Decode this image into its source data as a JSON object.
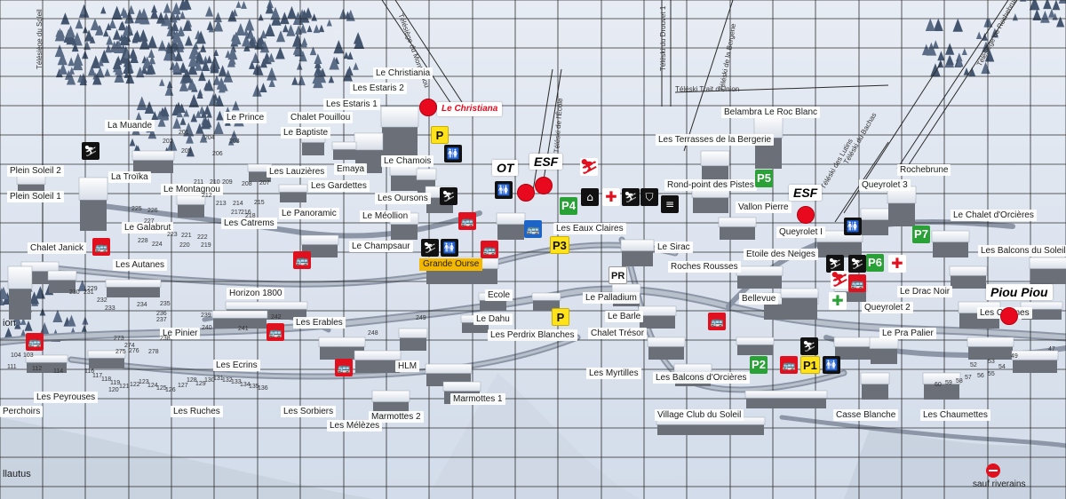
{
  "map": {
    "grid_lines": true,
    "colors": {
      "snow": "#e4eaf3",
      "road": "#8c96a6",
      "building_roof": "#ffffff",
      "building_wall": "#6b6f78",
      "forest": "#4a5d78",
      "gridline": "#1a1a1a",
      "poi_red": "#e8091e",
      "parking_yellow": "#ffe21a",
      "parking_green": "#2aa136",
      "bus_blue": "#1c64c8",
      "grande_ourse": "#f5b800"
    },
    "lift_labels": [
      {
        "id": "lift-soleil",
        "text": "Télésiège du Soleil"
      },
      {
        "id": "lift-montagnou",
        "text": "Télésiège du Montagnou"
      },
      {
        "id": "lift-drouvet",
        "text": "Téléski du Drouvet 1"
      },
      {
        "id": "lift-bergerie",
        "text": "Téléski de la Bergerie"
      },
      {
        "id": "lift-rochebrune",
        "text": "Télésiège de Rochebrune"
      },
      {
        "id": "lift-trait-union",
        "text": "Téléski Trait d'Union"
      },
      {
        "id": "lift-ecole",
        "text": "Téléski de l'École"
      },
      {
        "id": "lift-lutins",
        "text": "Téléski des Lutins"
      },
      {
        "id": "lift-bachas",
        "text": "Téléski du Bachas"
      }
    ],
    "place_labels": [
      {
        "id": "le-christiania-bld",
        "text": "Le Christiania"
      },
      {
        "id": "les-estaris-2",
        "text": "Les Estaris 2"
      },
      {
        "id": "les-estaris-1",
        "text": "Les Estaris 1"
      },
      {
        "id": "chalet-pouillou",
        "text": "Chalet Pouillou"
      },
      {
        "id": "le-baptiste",
        "text": "Le Baptiste"
      },
      {
        "id": "le-prince",
        "text": "Le Prince"
      },
      {
        "id": "la-muande",
        "text": "La Muande"
      },
      {
        "id": "plein-soleil-2",
        "text": "Plein Soleil 2"
      },
      {
        "id": "plein-soleil-1",
        "text": "Plein Soleil 1"
      },
      {
        "id": "la-troika",
        "text": "La Troïka"
      },
      {
        "id": "le-montagnou",
        "text": "Le Montagnou"
      },
      {
        "id": "les-lauzieres",
        "text": "Les Lauzières"
      },
      {
        "id": "emaya",
        "text": "Emaya"
      },
      {
        "id": "le-chamois",
        "text": "Le Chamois"
      },
      {
        "id": "les-gardettes",
        "text": "Les Gardettes"
      },
      {
        "id": "les-oursons",
        "text": "Les Oursons"
      },
      {
        "id": "le-meollion",
        "text": "Le Méollion"
      },
      {
        "id": "les-catrems",
        "text": "Les Catrems"
      },
      {
        "id": "le-panoramic",
        "text": "Le Panoramic"
      },
      {
        "id": "le-galabrut",
        "text": "Le Galabrut"
      },
      {
        "id": "chalet-janick",
        "text": "Chalet Janick"
      },
      {
        "id": "les-autanes",
        "text": "Les Autanes"
      },
      {
        "id": "le-champsaur",
        "text": "Le Champsaur"
      },
      {
        "id": "horizon-1800",
        "text": "Horizon 1800"
      },
      {
        "id": "les-erables",
        "text": "Les Erables"
      },
      {
        "id": "le-pinier",
        "text": "Le Pinier"
      },
      {
        "id": "les-ecrins",
        "text": "Les Ecrins"
      },
      {
        "id": "les-peyrouses",
        "text": "Les Peyrouses"
      },
      {
        "id": "les-ruches",
        "text": "Les Ruches"
      },
      {
        "id": "les-sorbiers",
        "text": "Les Sorbiers"
      },
      {
        "id": "les-melezes",
        "text": "Les Mélèzes"
      },
      {
        "id": "perchoirs",
        "text": "Perchoirs"
      },
      {
        "id": "hlm",
        "text": "HLM"
      },
      {
        "id": "marmottes-2",
        "text": "Marmottes 2"
      },
      {
        "id": "marmottes-1",
        "text": "Marmottes 1"
      },
      {
        "id": "ecole",
        "text": "Ecole"
      },
      {
        "id": "le-dahu",
        "text": "Le Dahu"
      },
      {
        "id": "les-perdrix-blanches",
        "text": "Les Perdrix Blanches"
      },
      {
        "id": "chalet-tresor",
        "text": "Chalet Trésor"
      },
      {
        "id": "les-myrtilles",
        "text": "Les Myrtilles"
      },
      {
        "id": "le-palladium",
        "text": "Le Palladium"
      },
      {
        "id": "le-barle",
        "text": "Le Barle"
      },
      {
        "id": "les-eaux-claires",
        "text": "Les Eaux Claires"
      },
      {
        "id": "le-sirac",
        "text": "Le Sirac"
      },
      {
        "id": "roches-rousses",
        "text": "Roches Rousses"
      },
      {
        "id": "rond-point-des-pistes",
        "text": "Rond-point des Pistes"
      },
      {
        "id": "les-terrasses-de-la-bergerie",
        "text": "Les Terrasses de la Bergerie"
      },
      {
        "id": "belambra",
        "text": "Belambra Le Roc Blanc"
      },
      {
        "id": "vallon-pierre",
        "text": "Vallon Pierre"
      },
      {
        "id": "etoile-des-neiges",
        "text": "Etoile des Neiges"
      },
      {
        "id": "bellevue",
        "text": "Bellevue"
      },
      {
        "id": "queyrolet-1",
        "text": "Queyrolet I"
      },
      {
        "id": "queyrolet-2",
        "text": "Queyrolet 2"
      },
      {
        "id": "queyrolet-3",
        "text": "Queyrolet 3"
      },
      {
        "id": "rochebrune",
        "text": "Rochebrune"
      },
      {
        "id": "le-chalet-dorcieres",
        "text": "Le Chalet d'Orcières"
      },
      {
        "id": "les-balcons-du-soleil",
        "text": "Les Balcons du Soleil"
      },
      {
        "id": "le-drac-noir",
        "text": "Le Drac Noir"
      },
      {
        "id": "le-pra-palier",
        "text": "Le Pra Palier"
      },
      {
        "id": "les-carlines",
        "text": "Les Carlines"
      },
      {
        "id": "les-balcons-dorcieres",
        "text": "Les Balcons d'Orcières"
      },
      {
        "id": "village-club-du-soleil",
        "text": "Village Club du Soleil"
      },
      {
        "id": "casse-blanche",
        "text": "Casse Blanche"
      },
      {
        "id": "les-chaumettes",
        "text": "Les Chaumettes"
      }
    ],
    "edge_labels": [
      {
        "id": "edge-lion",
        "text": "ion"
      },
      {
        "id": "edge-llautus",
        "text": "llautus"
      }
    ],
    "unit_numbers": [
      {
        "id": "n201",
        "text": "201"
      },
      {
        "id": "n202",
        "text": "202"
      },
      {
        "id": "n203",
        "text": "203"
      },
      {
        "id": "n204",
        "text": "204"
      },
      {
        "id": "n205",
        "text": "205"
      },
      {
        "id": "n206",
        "text": "206"
      },
      {
        "id": "n207",
        "text": "207"
      },
      {
        "id": "n208",
        "text": "208"
      },
      {
        "id": "n209",
        "text": "209"
      },
      {
        "id": "n210",
        "text": "210"
      },
      {
        "id": "n211",
        "text": "211"
      },
      {
        "id": "n212",
        "text": "212"
      },
      {
        "id": "n213",
        "text": "213"
      },
      {
        "id": "n214",
        "text": "214"
      },
      {
        "id": "n215",
        "text": "215"
      },
      {
        "id": "n216",
        "text": "216"
      },
      {
        "id": "n217",
        "text": "217"
      },
      {
        "id": "n218",
        "text": "218"
      },
      {
        "id": "n219",
        "text": "219"
      },
      {
        "id": "n220",
        "text": "220"
      },
      {
        "id": "n221",
        "text": "221"
      },
      {
        "id": "n222",
        "text": "222"
      },
      {
        "id": "n223",
        "text": "223"
      },
      {
        "id": "n224",
        "text": "224"
      },
      {
        "id": "n225",
        "text": "225"
      },
      {
        "id": "n226",
        "text": "226"
      },
      {
        "id": "n227",
        "text": "227"
      },
      {
        "id": "n228",
        "text": "228"
      },
      {
        "id": "n229",
        "text": "229"
      },
      {
        "id": "n230",
        "text": "230"
      },
      {
        "id": "n231",
        "text": "231"
      },
      {
        "id": "n232",
        "text": "232"
      },
      {
        "id": "n233",
        "text": "233"
      },
      {
        "id": "n234",
        "text": "234"
      },
      {
        "id": "n235",
        "text": "235"
      },
      {
        "id": "n236",
        "text": "236"
      },
      {
        "id": "n237",
        "text": "237"
      },
      {
        "id": "n238",
        "text": "238"
      },
      {
        "id": "n239",
        "text": "239"
      },
      {
        "id": "n240",
        "text": "240"
      },
      {
        "id": "n241",
        "text": "241"
      },
      {
        "id": "n242",
        "text": "242"
      },
      {
        "id": "n248",
        "text": "248"
      },
      {
        "id": "n249",
        "text": "249"
      },
      {
        "id": "n273",
        "text": "273"
      },
      {
        "id": "n274",
        "text": "274"
      },
      {
        "id": "n275",
        "text": "275"
      },
      {
        "id": "n276",
        "text": "276"
      },
      {
        "id": "n278",
        "text": "278"
      },
      {
        "id": "n104",
        "text": "104"
      },
      {
        "id": "n103",
        "text": "103"
      },
      {
        "id": "n111",
        "text": "111"
      },
      {
        "id": "n112",
        "text": "112"
      },
      {
        "id": "n114",
        "text": "114"
      },
      {
        "id": "n116",
        "text": "116"
      },
      {
        "id": "n117",
        "text": "117"
      },
      {
        "id": "n118",
        "text": "118"
      },
      {
        "id": "n119",
        "text": "119"
      },
      {
        "id": "n120",
        "text": "120"
      },
      {
        "id": "n121",
        "text": "121"
      },
      {
        "id": "n122",
        "text": "122"
      },
      {
        "id": "n123",
        "text": "123"
      },
      {
        "id": "n124",
        "text": "124"
      },
      {
        "id": "n125",
        "text": "125"
      },
      {
        "id": "n126",
        "text": "126"
      },
      {
        "id": "n127",
        "text": "127"
      },
      {
        "id": "n128",
        "text": "128"
      },
      {
        "id": "n129",
        "text": "129"
      },
      {
        "id": "n130",
        "text": "130"
      },
      {
        "id": "n131",
        "text": "131"
      },
      {
        "id": "n132",
        "text": "132"
      },
      {
        "id": "n133",
        "text": "133"
      },
      {
        "id": "n134",
        "text": "134"
      },
      {
        "id": "n135",
        "text": "135"
      },
      {
        "id": "n136",
        "text": "136"
      },
      {
        "id": "n47",
        "text": "47"
      },
      {
        "id": "n49",
        "text": "49"
      },
      {
        "id": "n52",
        "text": "52"
      },
      {
        "id": "n53",
        "text": "53"
      },
      {
        "id": "n54",
        "text": "54"
      },
      {
        "id": "n55",
        "text": "55"
      },
      {
        "id": "n56",
        "text": "56"
      },
      {
        "id": "n57",
        "text": "57"
      },
      {
        "id": "n58",
        "text": "58"
      },
      {
        "id": "n59",
        "text": "59"
      },
      {
        "id": "n60",
        "text": "60"
      }
    ],
    "poi_callouts": [
      {
        "id": "christiana",
        "text": "Le Christiana",
        "style": "red"
      },
      {
        "id": "ot",
        "text": "OT",
        "style": "big"
      },
      {
        "id": "esf-1",
        "text": "ESF",
        "style": "big"
      },
      {
        "id": "esf-2",
        "text": "ESF",
        "style": "big"
      },
      {
        "id": "piou-piou",
        "text": "Piou Piou",
        "style": "big"
      }
    ],
    "parkings": [
      {
        "id": "p-top",
        "text": "P",
        "color": "yellow"
      },
      {
        "id": "p3",
        "text": "P3",
        "color": "yellow"
      },
      {
        "id": "p4",
        "text": "P4",
        "color": "green"
      },
      {
        "id": "p5",
        "text": "P5",
        "color": "green"
      },
      {
        "id": "p6",
        "text": "P6",
        "color": "green"
      },
      {
        "id": "p7",
        "text": "P7",
        "color": "green"
      },
      {
        "id": "p2",
        "text": "P2",
        "color": "green"
      },
      {
        "id": "p1",
        "text": "P1",
        "color": "yellow"
      },
      {
        "id": "p-mid",
        "text": "P",
        "color": "yellow"
      },
      {
        "id": "p-r",
        "text": "PR",
        "color": "white"
      }
    ],
    "grande_ourse": "Grande Ourse",
    "no_entry_notice": "sauf riverains",
    "service_icons": [
      {
        "id": "ski-lift",
        "icon": "ski-lift-icon",
        "glyph": "⛷",
        "color": "black"
      },
      {
        "id": "toilets-1",
        "icon": "toilets-icon",
        "glyph": "🚻",
        "color": "black"
      },
      {
        "id": "chairlift-1",
        "icon": "chairlift-icon",
        "glyph": "⛷",
        "color": "black"
      },
      {
        "id": "toilets-ot",
        "icon": "toilets-icon",
        "glyph": "🚻",
        "color": "black"
      },
      {
        "id": "ski-bend",
        "icon": "skier-icon",
        "glyph": "⛷",
        "color": "white"
      },
      {
        "id": "gondola",
        "icon": "gondola-icon",
        "glyph": "⌂",
        "color": "black"
      },
      {
        "id": "firstaid-1",
        "icon": "first-aid-icon",
        "glyph": "✚",
        "color": "white"
      },
      {
        "id": "ski-school",
        "icon": "ski-school-icon",
        "glyph": "⛷",
        "color": "black"
      },
      {
        "id": "picnic",
        "icon": "picnic-icon",
        "glyph": "⛉",
        "color": "black"
      },
      {
        "id": "ski-pass",
        "icon": "ski-pass-icon",
        "glyph": "≡",
        "color": "black"
      },
      {
        "id": "bus-1",
        "icon": "bus-icon",
        "glyph": "🚌",
        "color": "red"
      },
      {
        "id": "ski-lift-2",
        "icon": "ski-lift-icon",
        "glyph": "⛷",
        "color": "black"
      },
      {
        "id": "toilets-2",
        "icon": "toilets-icon",
        "glyph": "🚻",
        "color": "black"
      },
      {
        "id": "bus-2",
        "icon": "bus-icon",
        "glyph": "🚌",
        "color": "red"
      },
      {
        "id": "bus-blue",
        "icon": "bus-stop-icon",
        "glyph": "🚌",
        "color": "blue"
      },
      {
        "id": "bus-3",
        "icon": "bus-icon",
        "glyph": "🚌",
        "color": "red"
      },
      {
        "id": "bus-4",
        "icon": "bus-icon",
        "glyph": "🚌",
        "color": "red"
      },
      {
        "id": "bus-5",
        "icon": "bus-icon",
        "glyph": "🚌",
        "color": "red"
      },
      {
        "id": "bus-6",
        "icon": "bus-icon",
        "glyph": "🚌",
        "color": "red"
      },
      {
        "id": "bus-7",
        "icon": "bus-icon",
        "glyph": "🚌",
        "color": "red"
      },
      {
        "id": "bus-8",
        "icon": "bus-icon",
        "glyph": "🚌",
        "color": "red"
      },
      {
        "id": "bus-9",
        "icon": "bus-icon",
        "glyph": "🚌",
        "color": "red"
      },
      {
        "id": "toilets-3",
        "icon": "toilets-icon",
        "glyph": "🚻",
        "color": "black"
      },
      {
        "id": "ski-4",
        "icon": "ski-lift-icon",
        "glyph": "⛷",
        "color": "black"
      },
      {
        "id": "ski-5",
        "icon": "skier-icon",
        "glyph": "⛷",
        "color": "black"
      },
      {
        "id": "ski-6",
        "icon": "ski-school-icon",
        "glyph": "⛷",
        "color": "white"
      },
      {
        "id": "firstaid-2",
        "icon": "first-aid-icon",
        "glyph": "✚",
        "color": "white"
      },
      {
        "id": "firstaid-3",
        "icon": "first-aid-icon",
        "glyph": "✚",
        "color": "whitegreen"
      },
      {
        "id": "ski-7",
        "icon": "ski-lift-icon",
        "glyph": "⛷",
        "color": "black"
      },
      {
        "id": "toilets-4",
        "icon": "toilets-icon",
        "glyph": "🚻",
        "color": "black"
      },
      {
        "id": "bus-10",
        "icon": "bus-icon",
        "glyph": "🚌",
        "color": "red"
      }
    ]
  }
}
